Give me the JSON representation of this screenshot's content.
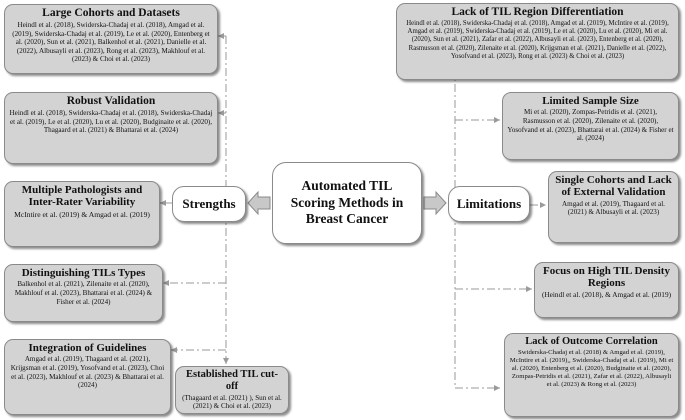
{
  "center": {
    "title": "Automated TIL Scoring Methods in Breast Cancer"
  },
  "strengths": {
    "label": "Strengths",
    "items": [
      {
        "title": "Large Cohorts and Datasets",
        "refs": "Heindl et al. (2018), Swiderska-Chadaj et al. (2018), Amgad et al. (2019), Swiderska-Chadaj et al. (2019), Le et al. (2020), Entenberg et al. (2020), Sun et al. (2021), Balkenhol et al. (2021), Danielle et al. (2022), Albusayli et al. (2023), Rong et al. (2023), Makhlouf et al. (2023) & Choi et al. (2023)"
      },
      {
        "title": "Robust Validation",
        "refs": "Heindl et al. (2018), Swiderska-Chadaj et al. (2018), Swiderska-Chadaj et al. (2019), Le et al. (2020), Lu et al. (2020), Budginaite et al. (2020), Thagaard et al. (2021) & Bhattarai et al. (2024)"
      },
      {
        "title": "Multiple Pathologists and Inter-Rater Variability",
        "refs": "McIntire et al. (2019) & Amgad et al. (2019)"
      },
      {
        "title": "Distinguishing TILs Types",
        "refs": "Balkenhol et al. (2021), Zilenaite et al. (2020), Makhlouf et al. (2023), Bhattarai et al. (2024) & Fisher et al. (2024)"
      },
      {
        "title": "Integration of Guidelines",
        "refs": "Amgad et al. (2019), Thagaard et al. (2021), Krijgsman et al. (2019), Yosofvand et al. (2023), Choi et al. (2023), Makhlouf et al. (2023) & Bhattarai et al. (2024)"
      },
      {
        "title": "Established TIL cut-off",
        "refs": "(Thagaard et al. (2021) ), Sun et al. (2021) & Choi et al. (2023)"
      }
    ]
  },
  "limitations": {
    "label": "Limitations",
    "items": [
      {
        "title": "Lack of TIL Region Differentiation",
        "refs": "Heindl et al. (2018), Swiderska-Chadaj et al. (2018), Amgad et al. (2019), McIntire et al. (2019), Amgad et al. (2019), Swiderska-Chadaj et al. (2019), Le et al. (2020), Lu et al. (2020), Mi et al. (2020), Sun et al. (2021), Zafar et al. (2022), Albusayli et al. (2023), Entenberg et al. (2020), Rasmusson et al. (2020), Zilenaite et al. (2020), Krijgsman et al. (2021), Danielle et al. (2022), Yosofvand et al. (2023), Rong et al. (2023) & Choi et al. (2023)"
      },
      {
        "title": "Limited Sample Size",
        "refs": "Mi et al. (2020), Zompas-Petridis et al. (2021), Rasmusson et al. (2020), Zilenaite et al. (2020), Yosofvand et al. (2023), Bhattarai et al. (2024) & Fisher et al. (2024)"
      },
      {
        "title": "Single Cohorts and Lack of External Validation",
        "refs": "Amgad et al. (2019), Thagaard et al. (2021) & Albusayli et al. (2023)"
      },
      {
        "title": "Focus on High TIL Density Regions",
        "refs": "(Heindl et al. (2018), & Amgad et al. (2019)"
      },
      {
        "title": "Lack of Outcome Correlation",
        "refs": "Swiderska-Chadaj et al. (2018) & Amgad et al. (2019), McIntire et al. (2019),, Swiderska-Chadaj et al. (2019), Mi et al. (2020), Entenberg et al. (2020), Budginaite et al. (2020), Zompas-Petridis et al. (2021), Zafar et al. (2022), Albusayli et al. (2023) & Rong et al. (2023)"
      }
    ]
  },
  "colors": {
    "box_fill": "#d3d3d3",
    "border": "#8a8a8a",
    "connector": "#9a9a9a",
    "arrow_fill": "#c8c8c8"
  }
}
